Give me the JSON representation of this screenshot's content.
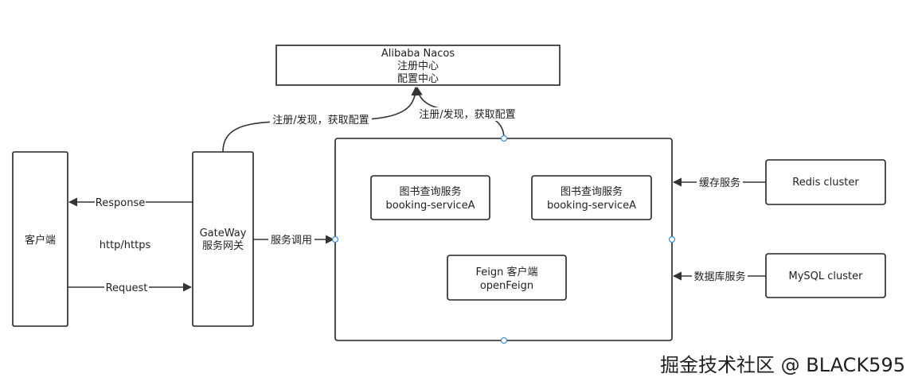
{
  "nodes": {
    "nacos": {
      "lines": [
        "Alibaba Nacos",
        "注册中心",
        "配置中心"
      ]
    },
    "client": {
      "label": "客户端"
    },
    "gateway": {
      "lines": [
        "GateWay",
        "服务网关"
      ]
    },
    "service_a1": {
      "lines": [
        "图书查询服务",
        "booking-serviceA"
      ]
    },
    "service_a2": {
      "lines": [
        "图书查询服务",
        "booking-serviceA"
      ]
    },
    "feign": {
      "lines": [
        "Feign 客户端",
        "openFeign"
      ]
    },
    "redis": {
      "label": "Redis cluster"
    },
    "mysql": {
      "label": "MySQL cluster"
    }
  },
  "edges": {
    "gateway_nacos": "注册/发现，获取配置",
    "cluster_nacos": "注册/发现，获取配置",
    "response": "Response",
    "request": "Request",
    "protocol": "http/https",
    "service_call": "服务调用",
    "cache": "缓存服务",
    "database": "数据库服务"
  },
  "watermark": "掘金技术社区 @ BLACK595"
}
